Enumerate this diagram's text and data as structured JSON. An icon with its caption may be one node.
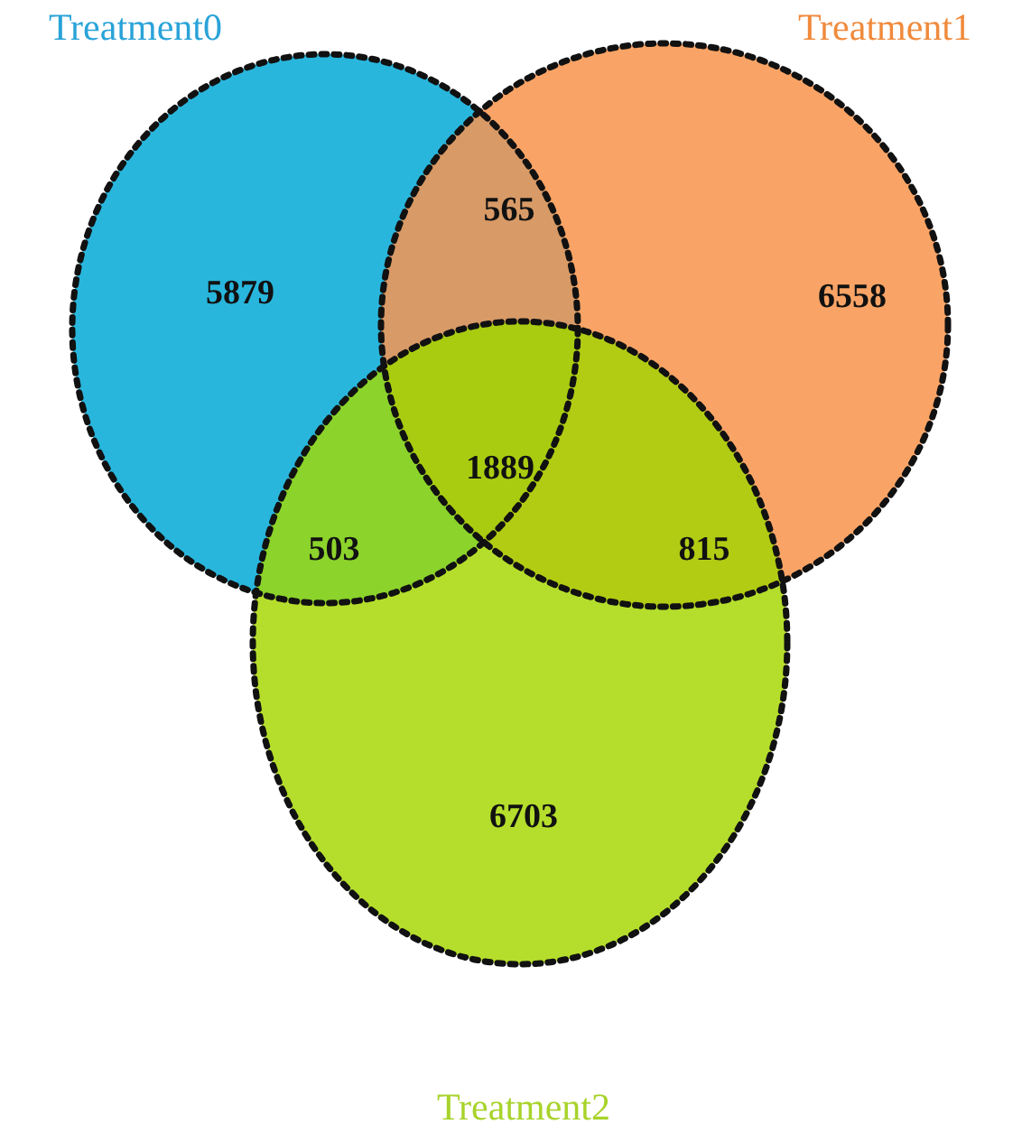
{
  "diagram": {
    "nodes": [
      {
        "text": [
          "Treatment0"
        ]
      },
      {
        "text": [
          "Treatment1"
        ]
      },
      {
        "text": [
          "Treatment2"
        ]
      }
    ],
    "edges": [],
    "labels": [
      "565",
      "5879",
      "6558",
      "1889",
      "503",
      "815",
      "6703"
    ]
  }
}
